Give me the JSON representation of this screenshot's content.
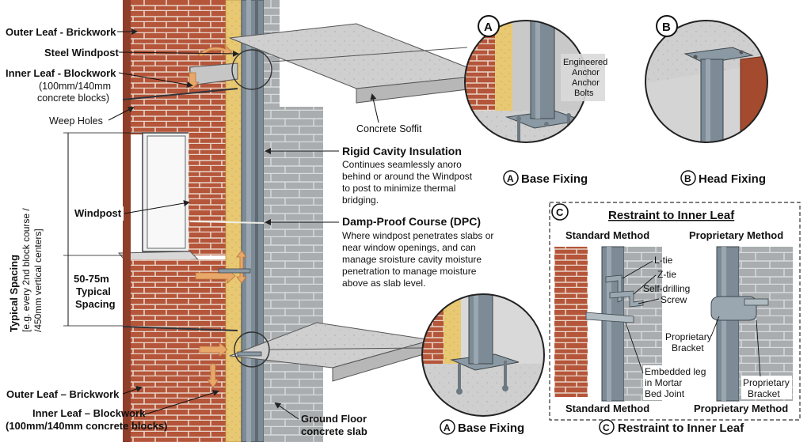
{
  "labels": {
    "outer_leaf_top": "Outer Leaf - Brickwork",
    "steel_windpost": "Steel Windpost",
    "inner_leaf_top": "Inner Leaf - Blockwork",
    "inner_leaf_top_sub1": "(100mm/140mm",
    "inner_leaf_top_sub2": "concrete blocks)",
    "weep_holes": "Weep Holes",
    "typical_spacing_1": "Typical Spacing",
    "typical_spacing_2": "[e.g. every 2nd block course /",
    "typical_spacing_3": "/450mm vertical centers]",
    "windpost": "Windpost",
    "spacing_50_1": "50-75m",
    "spacing_50_2": "Typical",
    "spacing_50_3": "Spacing",
    "outer_leaf_bottom": "Outer Leaf – Brickwork",
    "inner_leaf_bottom_1": "Inner Leaf – Blockwork",
    "inner_leaf_bottom_2": "(100mm/140mm concrete blocks)",
    "concrete_soffit": "Concrete Soffit",
    "rigid_title": "Rigid Cavity Insulation",
    "rigid_1": "Continues seamlessly anoro",
    "rigid_2": "behind or around the Windpost",
    "rigid_3": "to post to minimize thermal",
    "rigid_4": "bridging.",
    "dpc_title": "Damp-Proof Course (DPC)",
    "dpc_1": "Where windpost penetrates slabs or",
    "dpc_2": "near  window openings, and can",
    "dpc_3": "manage sroisture cavity moisture",
    "dpc_4": "penetration to manage moisture",
    "dpc_5": "above as slab level.",
    "ground_slab_1": "Ground Floor",
    "ground_slab_2": "concrete slab"
  },
  "details": {
    "a_letter": "A",
    "b_letter": "B",
    "c_letter": "C",
    "anchor_1": "Engineered",
    "anchor_2": "Anchor",
    "anchor_3": "Anchor",
    "anchor_4": "Bolts",
    "base_fixing": "Base Fixing",
    "head_fixing": "Head Fixing",
    "restraint_title": "Restraint to Inner Leaf",
    "standard_method": "Standard Method",
    "proprietary_method": "Proprietary Method",
    "l_tie": "L-tie",
    "z_tie": "Z-tie",
    "self_drilling_1": "Self-drilling",
    "self_drilling_2": "Screw",
    "proprietary_bracket_1": "Proprietary",
    "proprietary_bracket_2": "Bracket",
    "embedded_1": "Embedded leg",
    "embedded_2": "in Mortar",
    "embedded_3": "Bed Joint",
    "standard_method_bottom": "Standard Method",
    "proprietary_method_bottom": "Proprietary Method",
    "restraint_bottom": "Restraint to Inner Leaf"
  },
  "colors": {
    "brick": "#b5553a",
    "mortar": "#e7d5c8",
    "insulation": "#e8c872",
    "steel": "#7c8b95",
    "block": "#a9adaf",
    "concrete": "#cfcfcf",
    "arrow": "#e8a86a"
  }
}
